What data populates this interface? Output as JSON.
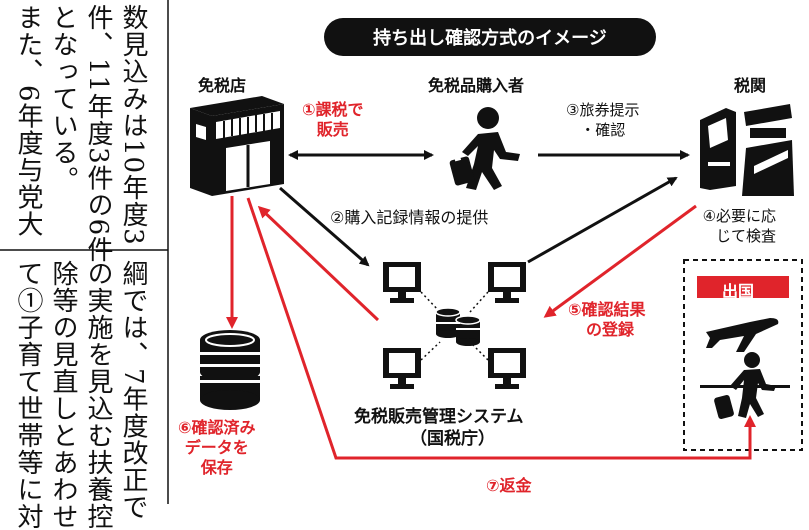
{
  "article": {
    "columns_top": [
      "数見込みは10年度3",
      "件、11年度3件の6件",
      "となっている。",
      "また、6年度与党大"
    ],
    "columns_bottom": [
      "綱では、7年度改正で",
      "の実施を見込む扶養控",
      "除等の見直しとあわせ",
      "て①子育て世帯等に対"
    ]
  },
  "diagram": {
    "title": "持ち出し確認方式のイメージ",
    "nodes": {
      "store": "免税店",
      "buyer": "免税品購入者",
      "customs": "税関",
      "system": "免税販売管理システム",
      "system_sub": "（国税庁）",
      "departure": "出国"
    },
    "steps": {
      "s1": [
        "①課税で",
        "販売"
      ],
      "s2": "②購入記録情報の提供",
      "s3": [
        "③旅券提示",
        "・確認"
      ],
      "s4": [
        "④必要に応",
        "じて検査"
      ],
      "s5": [
        "⑤確認結果",
        "の登録"
      ],
      "s6": [
        "⑥確認済み",
        "データを",
        "保存"
      ],
      "s7": "⑦返金"
    },
    "colors": {
      "accent": "#e0242b",
      "ink": "#111111"
    },
    "icons": [
      "store-icon",
      "traveler-icon",
      "customs-kiosk-icon",
      "officer-icon",
      "computer-icon",
      "database-icon",
      "storage-icon",
      "airplane-icon"
    ]
  }
}
